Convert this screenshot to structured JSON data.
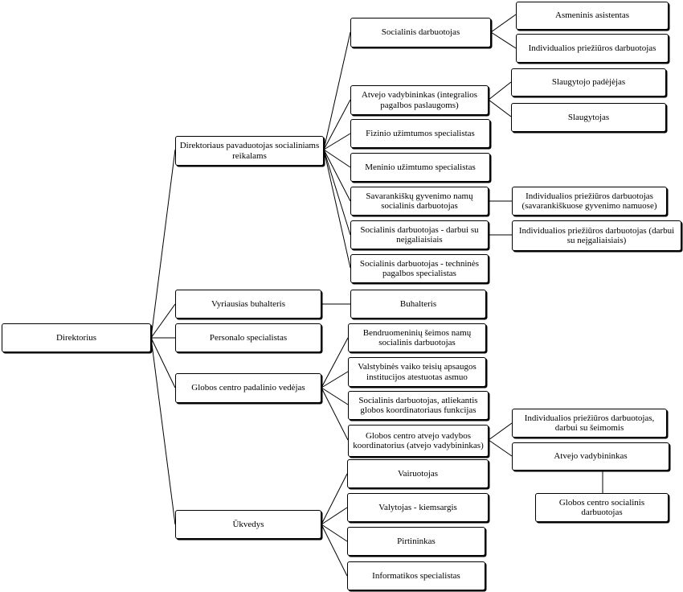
{
  "org_chart": {
    "root": "Direktorius",
    "deputy_social": "Direktoriaus pavaduotojas socialiniams reikalams",
    "chief_accountant": "Vyriausias buhalteris",
    "personnel": "Personalo specialistas",
    "care_center_head": "Globos centro padalinio vedėjas",
    "housekeeper": "Ūkvedys",
    "social_worker": "Socialinis darbuotojas",
    "personal_assistant": "Asmeninis asistentas",
    "individual_care_worker": "Individualios priežiūros darbuotojas",
    "case_manager_integral": "Atvejo vadybininkas (integralios pagalbos paslaugoms)",
    "nurse_assistant": "Slaugytojo  padėjėjas",
    "nurse": "Slaugytojas",
    "physical_activity": "Fizinio užimtumos specialistas",
    "art_activity": "Meninio užimtumo specialistas",
    "independent_living_sw": "Savarankiškų gyvenimo namų socialinis darbuotojas",
    "icw_independent": "Individualios priežiūros darbuotojas (savarankiškuose gyvenimo namuose)",
    "sw_disabled": "Socialinis darbuotojas - darbui su neįgaliaisiais",
    "icw_disabled": "Individualios priežiūros darbuotojas (darbui su neįgaliaisiais)",
    "sw_technical": "Socialinis darbuotojas - techninės pagalbos specialistas",
    "accountant": "Buhalteris",
    "community_home_sw": "Bendruomeninių šeimos namų socialinis darbuotojas",
    "child_rights": "Valstybinės vaiko teisių apsaugos institucijos atestuotas asmuo",
    "sw_coordinator": "Socialinis darbuotojas, atliekantis globos koordinatoriaus funkcijas",
    "case_coord": "Globos centro atvejo vadybos koordinatorius (atvejo vadybininkas)",
    "icw_families": "Individualios priežiūros darbuotojas, darbui su šeimomis",
    "case_manager": "Atvejo vadybininkas",
    "care_center_sw": "Globos centro socialinis darbuotojas",
    "driver": "Vairuotojas",
    "cleaner": "Valytojas - kiemsargis",
    "sauna": "Pirtininkas",
    "it": "Informatikos specialistas"
  }
}
